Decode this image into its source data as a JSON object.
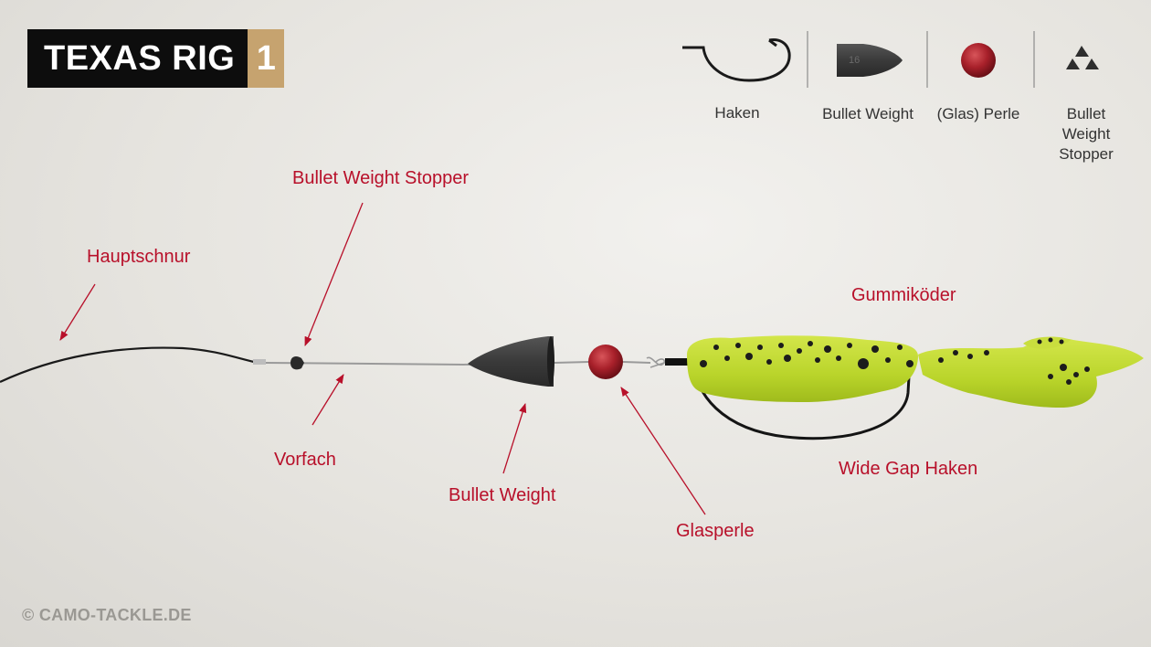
{
  "title": {
    "text": "TEXAS RIG",
    "number": "1"
  },
  "legend": [
    {
      "id": "haken",
      "label": "Haken",
      "icon": "hook-icon"
    },
    {
      "id": "bullet-weight",
      "label": "Bullet Weight",
      "icon": "bullet-weight-icon"
    },
    {
      "id": "perle",
      "label": "(Glas) Perle",
      "icon": "glass-bead-icon"
    },
    {
      "id": "stopper",
      "label": "Bullet Weight Stopper",
      "icon": "stopper-icon"
    }
  ],
  "callouts": {
    "hauptschnur": "Hauptschnur",
    "stopper": "Bullet Weight Stopper",
    "vorfach": "Vorfach",
    "bullet_weight": "Bullet Weight",
    "glasperle": "Glasperle",
    "gummikoeder": "Gummiköder",
    "wide_gap_haken": "Wide Gap Haken"
  },
  "copyright": "© CAMO-TACKLE.DE",
  "colors": {
    "accent_red": "#b8102a",
    "title_bg": "#0d0d0d",
    "title_number_bg": "#c6a36f",
    "lure": "#b9d42a",
    "weight": "#3a3a3a",
    "bead": "#a8202a"
  }
}
